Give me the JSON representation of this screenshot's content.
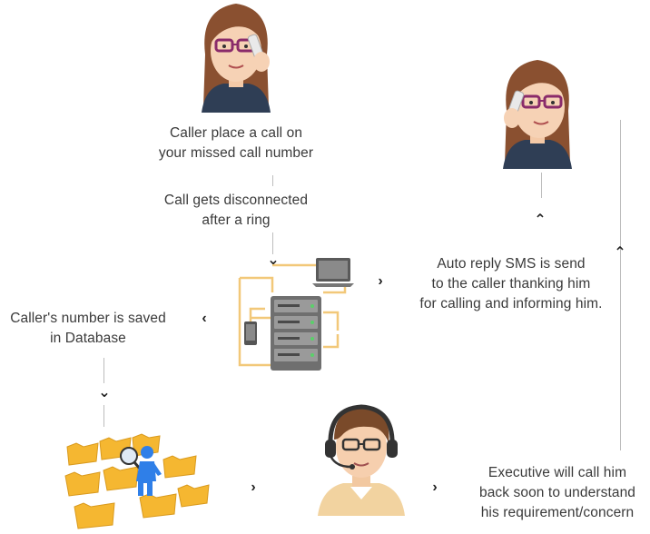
{
  "steps": {
    "step1": {
      "line1": "Caller place a call on",
      "line2": "your missed call number"
    },
    "step2": {
      "line1": "Call gets disconnected",
      "line2": "after a ring"
    },
    "step3": {
      "line1": "Auto reply SMS is send",
      "line2": "to the caller thanking him",
      "line3": "for calling and informing him."
    },
    "step4": {
      "line1": "Caller's number is saved",
      "line2": "in Database"
    },
    "step5": {
      "line1": "Executive will call him",
      "line2": "back soon to understand",
      "line3": "his requirement/concern"
    }
  },
  "colors": {
    "folder": "#f5b731",
    "server": "#7c7c7c",
    "cable": "#f2c879",
    "person_blue": "#2f7fe8",
    "hair": "#8a5030",
    "glasses": "#8a2b6a"
  },
  "icons": [
    "woman-on-phone-icon",
    "server-network-icon",
    "folder-search-icon",
    "call-center-executive-icon"
  ]
}
